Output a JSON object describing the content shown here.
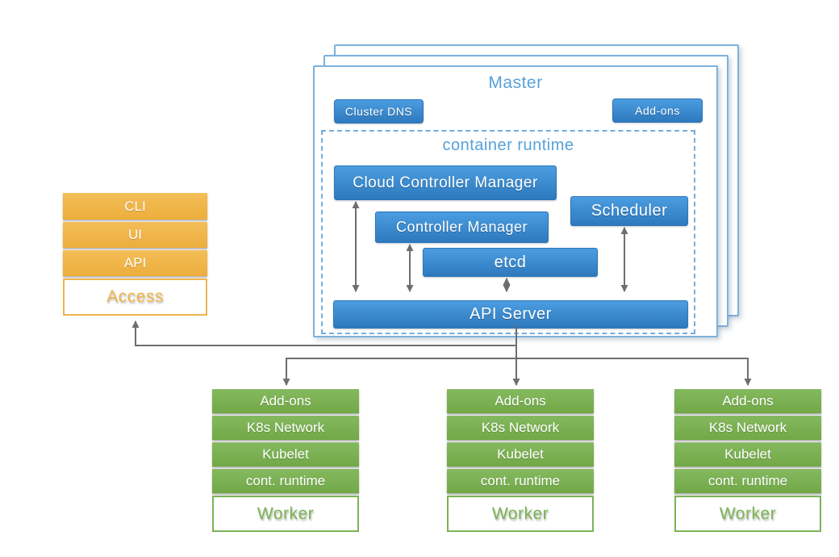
{
  "master": {
    "title": "Master",
    "cluster_dns_label": "Cluster DNS",
    "addons_label": "Add-ons",
    "container_runtime": {
      "title": "container runtime",
      "ccm_label": "Cloud Controller Manager",
      "cm_label": "Controller Manager",
      "scheduler_label": "Scheduler",
      "etcd_label": "etcd",
      "api_server_label": "API Server"
    }
  },
  "access_stack": {
    "rows": [
      "CLI",
      "UI",
      "API"
    ],
    "label": "Access"
  },
  "workers": {
    "count": 3,
    "rows": [
      "Add-ons",
      "K8s Network",
      "Kubelet",
      "cont. runtime"
    ],
    "label": "Worker"
  },
  "colors": {
    "box_blue": "#3585C8",
    "title_light_blue": "#57A1DA",
    "orange": "#F0B54C",
    "green": "#7CB355",
    "arrow_gray": "#6E6E6E"
  }
}
